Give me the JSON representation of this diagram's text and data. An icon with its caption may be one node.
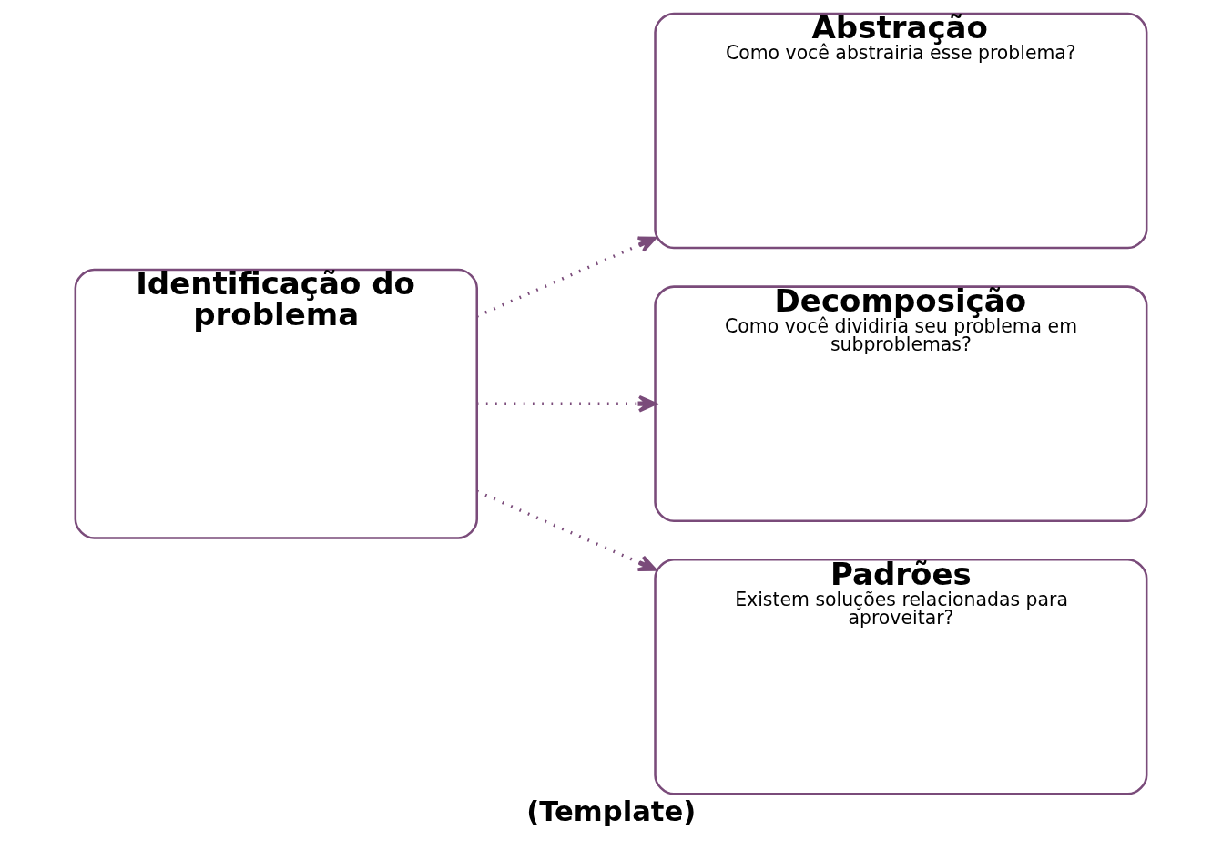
{
  "diagram": {
    "caption": "(Template)",
    "nodes": [
      {
        "text": [
          "Identificação do problema"
        ]
      },
      {
        "text": [
          "Abstração",
          "Como você abstrairia esse problema?"
        ]
      },
      {
        "text": [
          "Decomposição",
          "Como você dividiria seu problema em subproblemas?"
        ]
      },
      {
        "text": [
          "Padrões",
          "Existem soluções relacionadas para aproveitar?"
        ]
      }
    ],
    "edges": [
      {
        "from": 0,
        "to": 1,
        "arrow": "to",
        "style": "dashed"
      },
      {
        "from": 0,
        "to": 2,
        "arrow": "to",
        "style": "dashed"
      },
      {
        "from": 0,
        "to": 3,
        "arrow": "to",
        "style": "dashed"
      }
    ]
  }
}
